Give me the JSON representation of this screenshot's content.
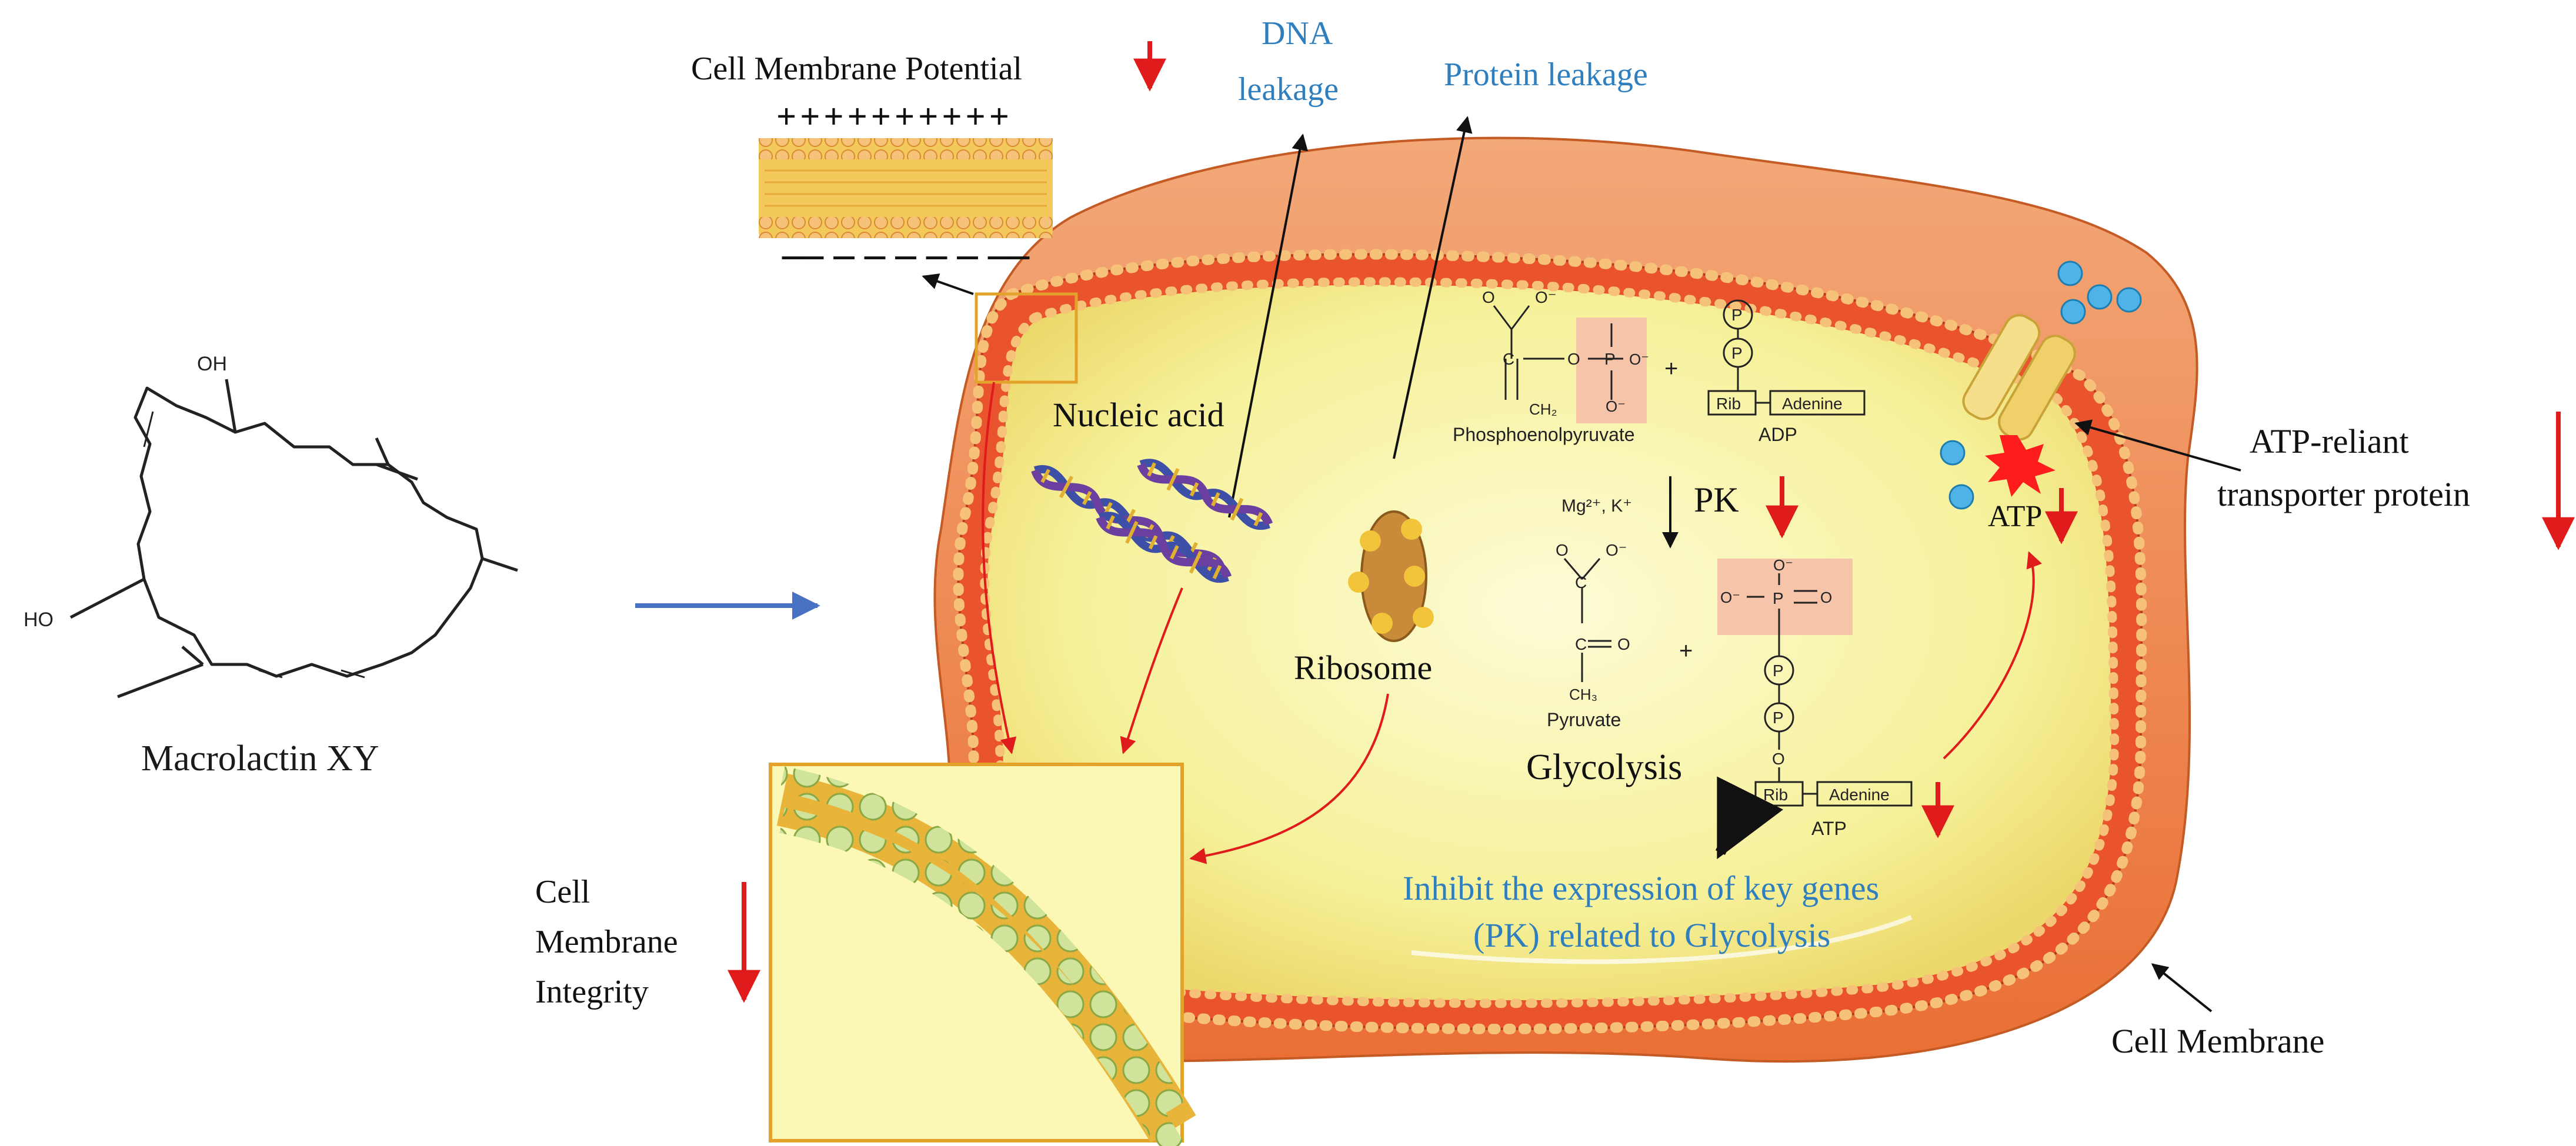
{
  "molecule": {
    "name": "Macrolactin XY",
    "labels": {
      "oh_top": "OH",
      "oh_left": "HO"
    }
  },
  "membrane_potential": {
    "title": "Cell Membrane Potential",
    "top_charges": "++++++++++",
    "bottom_charges": "–– – – – – – ––"
  },
  "leakage": {
    "dna_line1": "DNA",
    "dna_line2": "leakage",
    "protein": "Protein leakage"
  },
  "cell": {
    "nucleic_acid": "Nucleic acid",
    "ribosome": "Ribosome",
    "membrane_label": "Cell Membrane",
    "integrity": [
      "Cell",
      "Membrane",
      "Integrity"
    ]
  },
  "glycolysis": {
    "pep": "Phosphoenolpyruvate",
    "adp": "ADP",
    "cofactors": "Mg²⁺, K⁺",
    "enzyme": "PK",
    "pyruvate": "Pyruvate",
    "atp": "ATP",
    "rib": "Rib",
    "adenine": "Adenine",
    "phosphate": "P",
    "title": "Glycolysis",
    "plus": "+",
    "inhibit_line1": "Inhibit the expression of key genes",
    "inhibit_line2": "(PK) related to Glycolysis",
    "chem_o": "O",
    "chem_o_minus": "O⁻",
    "chem_c": "C",
    "chem_ch2": "CH₂",
    "chem_ch3": "CH₃"
  },
  "transporter": {
    "atp_label": "ATP",
    "line1": "ATP-reliant",
    "line2": "transporter protein"
  },
  "colors": {
    "down_arrow": "#e01b1b",
    "blue_text": "#2f7fbf",
    "blue_arrow": "#4a72c4",
    "cell_fill": "#f7f3a0",
    "membrane_outer": "#f08a4b",
    "membrane_bead": "#f6c27a"
  }
}
